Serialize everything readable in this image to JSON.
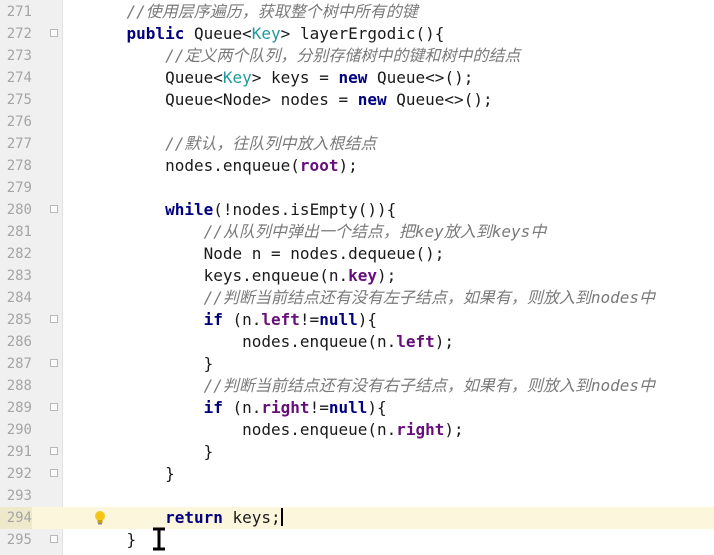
{
  "editor": {
    "lines": [
      {
        "num": "271",
        "tokens": [
          {
            "t": "    "
          },
          {
            "t": "//使用层序遍历，获取整个树中所有的键",
            "c": "cm"
          }
        ]
      },
      {
        "num": "272",
        "tokens": [
          {
            "t": "    "
          },
          {
            "t": "public",
            "c": "kw"
          },
          {
            "t": " Queue<"
          },
          {
            "t": "Key",
            "c": "gn"
          },
          {
            "t": "> layerErgodic(){"
          }
        ]
      },
      {
        "num": "273",
        "tokens": [
          {
            "t": "        "
          },
          {
            "t": "//定义两个队列，分别存储树中的键和树中的结点",
            "c": "cm"
          }
        ]
      },
      {
        "num": "274",
        "tokens": [
          {
            "t": "        Queue<"
          },
          {
            "t": "Key",
            "c": "gn"
          },
          {
            "t": "> keys = "
          },
          {
            "t": "new",
            "c": "kw"
          },
          {
            "t": " Queue<>();"
          }
        ]
      },
      {
        "num": "275",
        "tokens": [
          {
            "t": "        Queue<Node> nodes = "
          },
          {
            "t": "new",
            "c": "kw"
          },
          {
            "t": " Queue<>();"
          }
        ]
      },
      {
        "num": "276",
        "tokens": []
      },
      {
        "num": "277",
        "tokens": [
          {
            "t": "        "
          },
          {
            "t": "//默认，往队列中放入根结点",
            "c": "cm"
          }
        ]
      },
      {
        "num": "278",
        "tokens": [
          {
            "t": "        nodes.enqueue("
          },
          {
            "t": "root",
            "c": "fld"
          },
          {
            "t": ");"
          }
        ]
      },
      {
        "num": "279",
        "tokens": []
      },
      {
        "num": "280",
        "tokens": [
          {
            "t": "        "
          },
          {
            "t": "while",
            "c": "kw"
          },
          {
            "t": "(!nodes.isEmpty()){"
          }
        ]
      },
      {
        "num": "281",
        "tokens": [
          {
            "t": "            "
          },
          {
            "t": "//从队列中弹出一个结点，把key放入到keys中",
            "c": "cm"
          }
        ]
      },
      {
        "num": "282",
        "tokens": [
          {
            "t": "            Node n = nodes.dequeue();"
          }
        ]
      },
      {
        "num": "283",
        "tokens": [
          {
            "t": "            keys.enqueue(n."
          },
          {
            "t": "key",
            "c": "fld"
          },
          {
            "t": ");"
          }
        ]
      },
      {
        "num": "284",
        "tokens": [
          {
            "t": "            "
          },
          {
            "t": "//判断当前结点还有没有左子结点，如果有，则放入到nodes中",
            "c": "cm"
          }
        ]
      },
      {
        "num": "285",
        "tokens": [
          {
            "t": "            "
          },
          {
            "t": "if",
            "c": "kw"
          },
          {
            "t": " (n."
          },
          {
            "t": "left",
            "c": "fld"
          },
          {
            "t": "!="
          },
          {
            "t": "null",
            "c": "kw"
          },
          {
            "t": "){"
          }
        ]
      },
      {
        "num": "286",
        "tokens": [
          {
            "t": "                nodes.enqueue(n."
          },
          {
            "t": "left",
            "c": "fld"
          },
          {
            "t": ");"
          }
        ]
      },
      {
        "num": "287",
        "tokens": [
          {
            "t": "            }"
          }
        ]
      },
      {
        "num": "288",
        "tokens": [
          {
            "t": "            "
          },
          {
            "t": "//判断当前结点还有没有右子结点，如果有，则放入到nodes中",
            "c": "cm"
          }
        ]
      },
      {
        "num": "289",
        "tokens": [
          {
            "t": "            "
          },
          {
            "t": "if",
            "c": "kw"
          },
          {
            "t": " (n."
          },
          {
            "t": "right",
            "c": "fld"
          },
          {
            "t": "!="
          },
          {
            "t": "null",
            "c": "kw"
          },
          {
            "t": "){"
          }
        ]
      },
      {
        "num": "290",
        "tokens": [
          {
            "t": "                nodes.enqueue(n."
          },
          {
            "t": "right",
            "c": "fld"
          },
          {
            "t": ");"
          }
        ]
      },
      {
        "num": "291",
        "tokens": [
          {
            "t": "            }"
          }
        ]
      },
      {
        "num": "292",
        "tokens": [
          {
            "t": "        }"
          }
        ]
      },
      {
        "num": "293",
        "tokens": []
      },
      {
        "num": "294",
        "tokens": [
          {
            "t": "        "
          },
          {
            "t": "return",
            "c": "kw"
          },
          {
            "t": " keys;"
          }
        ],
        "current": true,
        "caret": true,
        "bulb": true
      },
      {
        "num": "295",
        "tokens": [
          {
            "t": "    }"
          }
        ]
      }
    ],
    "fold_markers": [
      "272",
      "280",
      "285",
      "287",
      "289",
      "291",
      "292",
      "295"
    ]
  },
  "icons": {
    "bulb": "lightbulb-intention-icon",
    "cursor": "text-ibeam-cursor-icon"
  },
  "colors": {
    "keyword": "#000080",
    "comment": "#7a7a7a",
    "generic": "#20999d",
    "field": "#660e7a",
    "current_line": "#fcf6dd",
    "bulb": "#f5c518"
  }
}
